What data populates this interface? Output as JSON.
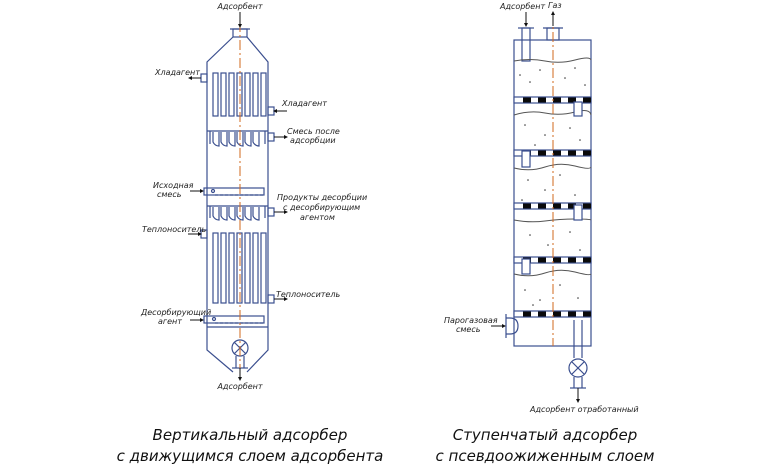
{
  "left_apparatus": {
    "caption_line1": "Вертикальный адсорбер",
    "caption_line2": "с движущимся слоем адсорбента",
    "labels": {
      "top_inlet": "Адсорбент",
      "coolant_out": "Хладагент",
      "coolant_in": "Хладагент",
      "mixture_after_line1": "Смесь после",
      "mixture_after_line2": "адсорбции",
      "feed_line1": "Исходная",
      "feed_line2": "смесь",
      "desorption_products_line1": "Продукты десорбции",
      "desorption_products_line2": "с десорбирующим",
      "desorption_products_line3": "агентом",
      "heat_carrier_in": "Теплоноситель",
      "heat_carrier_out": "Теплоноситель",
      "desorbing_agent_line1": "Десорбирующий",
      "desorbing_agent_line2": "агент",
      "bottom_outlet": "Адсорбент"
    }
  },
  "right_apparatus": {
    "caption_line1": "Ступенчатый адсорбер",
    "caption_line2": "с псевдоожиженным слоем",
    "labels": {
      "adsorbent_in": "Адсорбент",
      "gas_out": "Газ",
      "vapor_gas_line1": "Парогазовая",
      "vapor_gas_line2": "смесь",
      "spent_adsorbent": "Адсорбент отработанный"
    }
  },
  "colors": {
    "outline": "#3b4f8f",
    "axis": "#d2691e",
    "grid_block": "#0a0a0a"
  }
}
